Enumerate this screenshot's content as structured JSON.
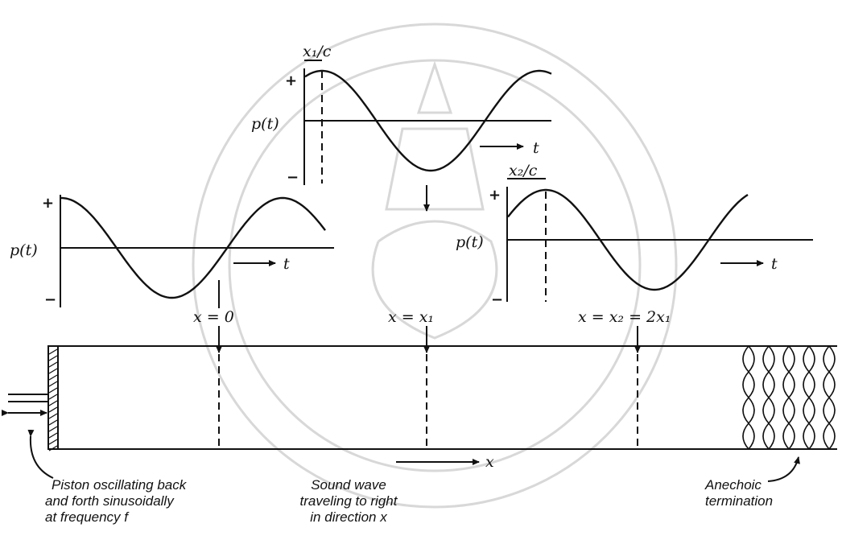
{
  "diagram": {
    "plots": [
      {
        "id": "left",
        "plus": "+",
        "minus": "−",
        "p_label": "p(t)",
        "t_label": "t",
        "delay_label": ""
      },
      {
        "id": "top",
        "plus": "+",
        "minus": "−",
        "p_label": "p(t)",
        "t_label": "t",
        "delay_label": "x₁/c"
      },
      {
        "id": "right",
        "plus": "+",
        "minus": "−",
        "p_label": "p(t)",
        "t_label": "t",
        "delay_label": "x₂/c"
      }
    ],
    "positions": {
      "x0": "x = 0",
      "x1": "x = x₁",
      "x2": "x = x₂ = 2x₁"
    },
    "axis_x_label": "x",
    "captions": {
      "piston": [
        "Piston oscillating back",
        "and forth sinusoidally",
        "at frequency  f"
      ],
      "wave": [
        "Sound wave",
        "traveling to right",
        "in direction x"
      ],
      "termination": [
        "Anechoic",
        "termination"
      ]
    }
  }
}
